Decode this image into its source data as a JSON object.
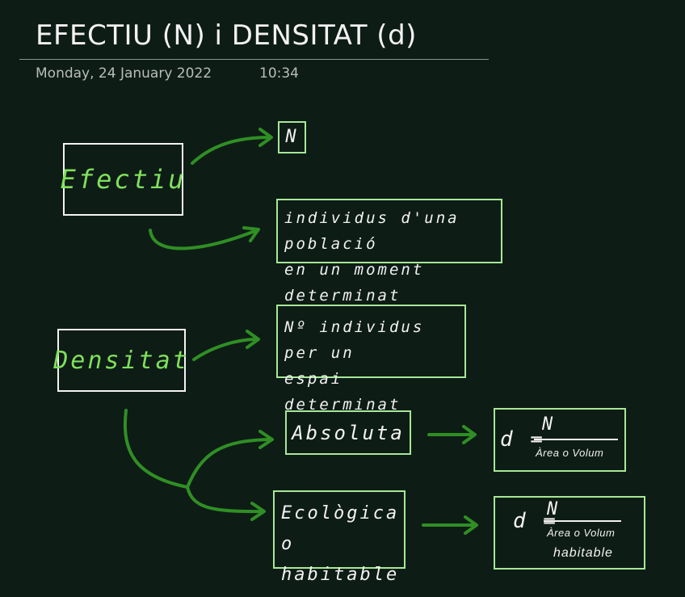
{
  "header": {
    "title": "EFECTIU (N) i DENSITAT (d)",
    "date": "Monday, 24 January 2022",
    "time": "10:34"
  },
  "ink": {
    "efectiu": "Efectiu",
    "symbol_n": "N",
    "efectiu_def_line1": "individus d'una població",
    "efectiu_def_line2": "en un moment determinat",
    "densitat": "Densitat",
    "densitat_def_line1": "Nº individus per un",
    "densitat_def_line2": "espai determinat",
    "absoluta": "Absoluta",
    "ecologica_line1": "Ecològica",
    "ecologica_line2": "o habitable",
    "formula_absoluta": {
      "lhs": "d =",
      "numerator": "N",
      "denominator": "Àrea o Volum"
    },
    "formula_ecologica": {
      "lhs": "d =",
      "numerator": "N",
      "denominator": "Àrea o Volum",
      "denominator_extra": "habitable"
    }
  },
  "colors": {
    "background": "#0e1c16",
    "arrow": "#2f8f24",
    "term_text": "#7fe05c",
    "box_green": "#a6e896"
  }
}
